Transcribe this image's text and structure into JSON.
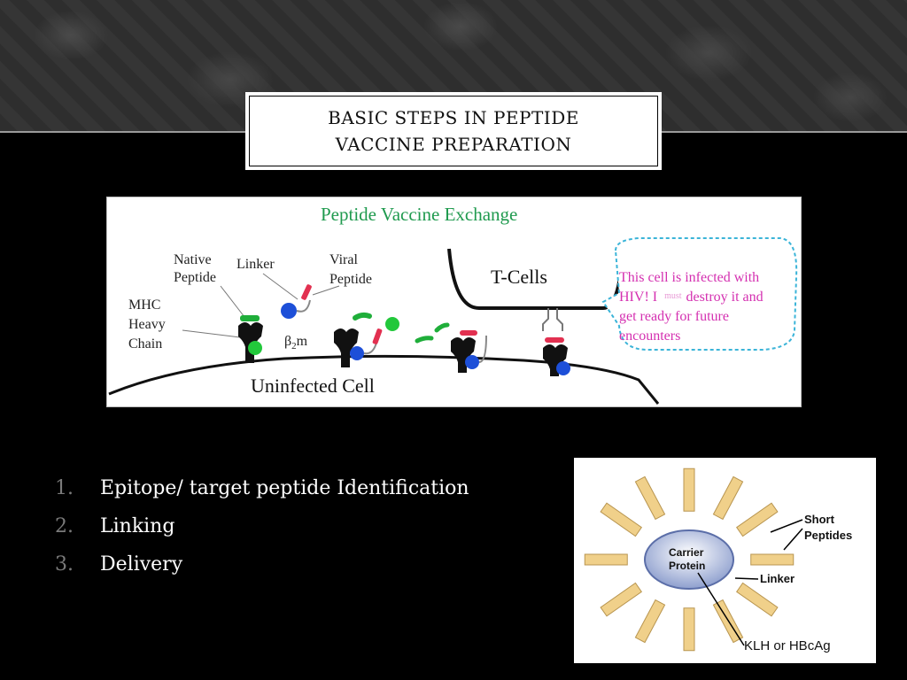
{
  "slide": {
    "title_line1": "BASIC STEPS IN PEPTIDE",
    "title_line2": "VACCINE PREPARATION"
  },
  "exchange_diagram": {
    "heading": "Peptide Vaccine Exchange",
    "label_native_1": "Native",
    "label_native_2": "Peptide",
    "label_linker": "Linker",
    "label_viral_1": "Viral",
    "label_viral_2": "Peptide",
    "label_mhc_1": "MHC",
    "label_mhc_2": "Heavy",
    "label_mhc_3": "Chain",
    "label_b2m_beta": "β",
    "label_b2m_sub": "2",
    "label_b2m_m": "m",
    "label_tcells": "T-Cells",
    "label_uninfected": "Uninfected Cell",
    "bubble_line1": "This cell is infected with",
    "bubble_line2a": "HIV! I",
    "bubble_line2_small": "must",
    "bubble_line2b": "destroy it and",
    "bubble_line3": "get ready for future",
    "bubble_line4": "encounters"
  },
  "steps": [
    {
      "num": "1.",
      "text": "Epitope/ target peptide Identification"
    },
    {
      "num": "2.",
      "text": "Linking"
    },
    {
      "num": "3.",
      "text": "Delivery"
    }
  ],
  "carrier_diagram": {
    "center_line1": "Carrier",
    "center_line2": "Protein",
    "label_short_1": "Short",
    "label_short_2": "Peptides",
    "label_linker": "Linker",
    "label_klh": "KLH or HBcAg"
  },
  "colors": {
    "heading_green": "#1f9a4e",
    "bubble_magenta": "#d42fb0",
    "bubble_border": "#3bb4d8",
    "peptide_fill": "#f0d08a",
    "peptide_stroke": "#b89550",
    "protein_fill": "#b8c4e2"
  }
}
